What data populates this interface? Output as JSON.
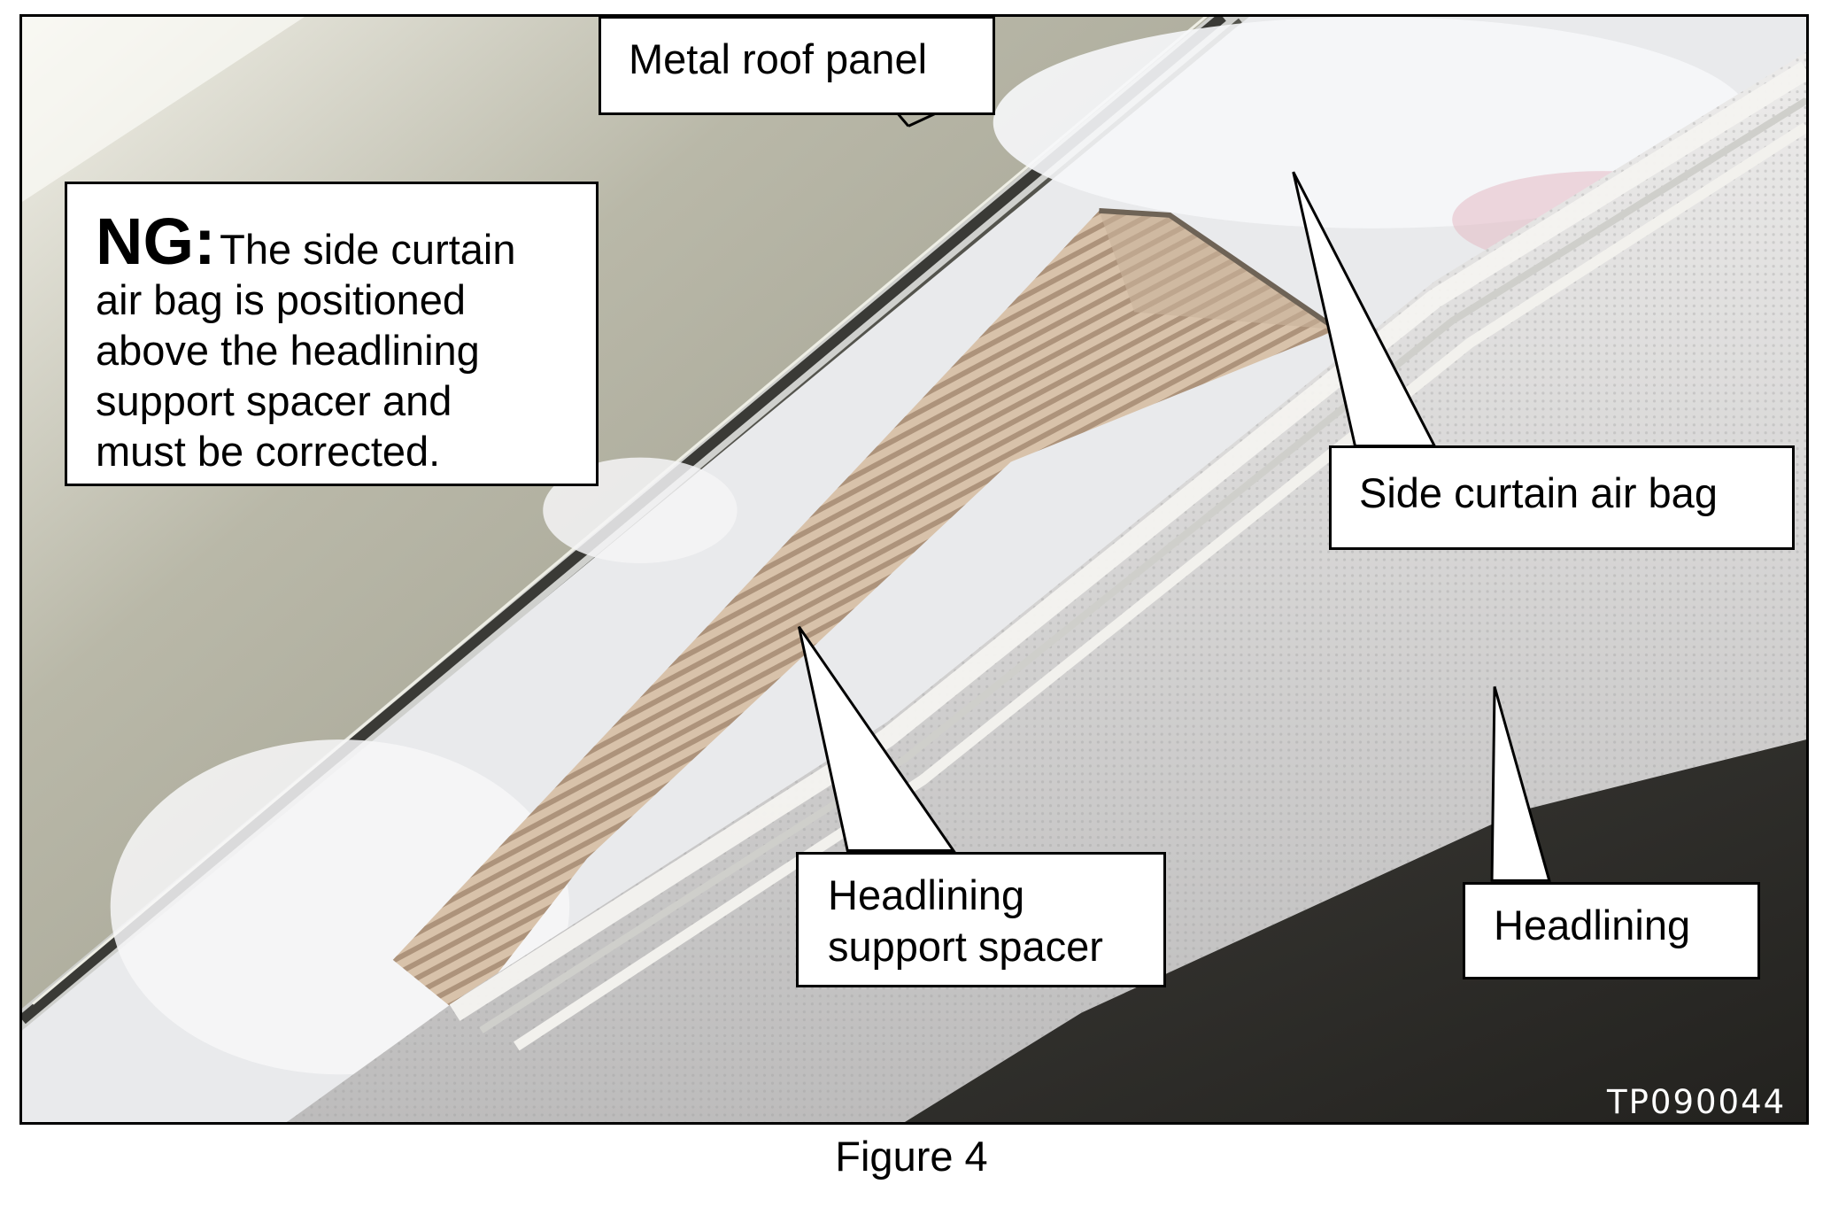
{
  "figure": {
    "caption": "Figure 4",
    "photo_code": "TP090044"
  },
  "callouts": {
    "metal_roof_panel": "Metal roof panel",
    "ng_heading": "NG:",
    "ng_first_line": "The side curtain",
    "ng_lines": [
      "air bag is positioned",
      "above the headlining",
      "support spacer and",
      "must be corrected."
    ],
    "side_curtain_air_bag": "Side curtain air bag",
    "spacer_lines": [
      "Headlining",
      "support spacer"
    ],
    "headlining": "Headlining"
  }
}
